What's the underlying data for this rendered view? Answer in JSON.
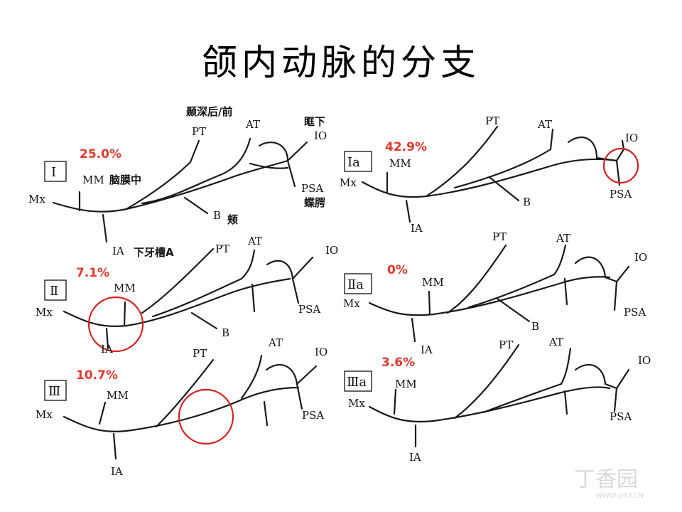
{
  "title": "颌内动脉的分支",
  "annotations": {
    "temporal": "颞深后/前",
    "infraorbital": "眶下",
    "middle_meningeal": "脑膜中",
    "sphenopalatine": "蝶腭",
    "buccal": "颊",
    "inferior_alveolar": "下牙槽A"
  },
  "panels": [
    {
      "id": "I",
      "roman": "Ⅰ",
      "percent": "25.0%",
      "labels": {
        "mx": "Mx",
        "mm": "MM",
        "pt": "PT",
        "at": "AT",
        "io": "IO",
        "psa": "PSA",
        "b": "B",
        "ia": "IA"
      }
    },
    {
      "id": "Ia",
      "roman": "Ⅰa",
      "percent": "42.9%",
      "labels": {
        "mx": "Mx",
        "mm": "MM",
        "pt": "PT",
        "at": "AT",
        "io": "IO",
        "psa": "PSA",
        "b": "B",
        "ia": "IA"
      }
    },
    {
      "id": "II",
      "roman": "Ⅱ",
      "percent": "7.1%",
      "labels": {
        "mx": "Mx",
        "mm": "MM",
        "pt": "PT",
        "at": "AT",
        "io": "IO",
        "psa": "PSA",
        "b": "B",
        "ia": "IA"
      }
    },
    {
      "id": "IIa",
      "roman": "Ⅱa",
      "percent": "0%",
      "labels": {
        "mx": "Mx",
        "mm": "MM",
        "pt": "PT",
        "at": "AT",
        "io": "IO",
        "psa": "PSA",
        "b": "B",
        "ia": "IA"
      }
    },
    {
      "id": "III",
      "roman": "Ⅲ",
      "percent": "10.7%",
      "labels": {
        "mx": "Mx",
        "mm": "MM",
        "pt": "PT",
        "at": "AT",
        "io": "IO",
        "psa": "PSA",
        "ia": "IA"
      }
    },
    {
      "id": "IIIa",
      "roman": "Ⅲa",
      "percent": "3.6%",
      "labels": {
        "mx": "Mx",
        "mm": "MM",
        "pt": "PT",
        "at": "AT",
        "io": "IO",
        "psa": "PSA",
        "ia": "IA"
      }
    }
  ],
  "watermark": {
    "brand": "丁香园",
    "url": "WWW.DXY.CN"
  }
}
